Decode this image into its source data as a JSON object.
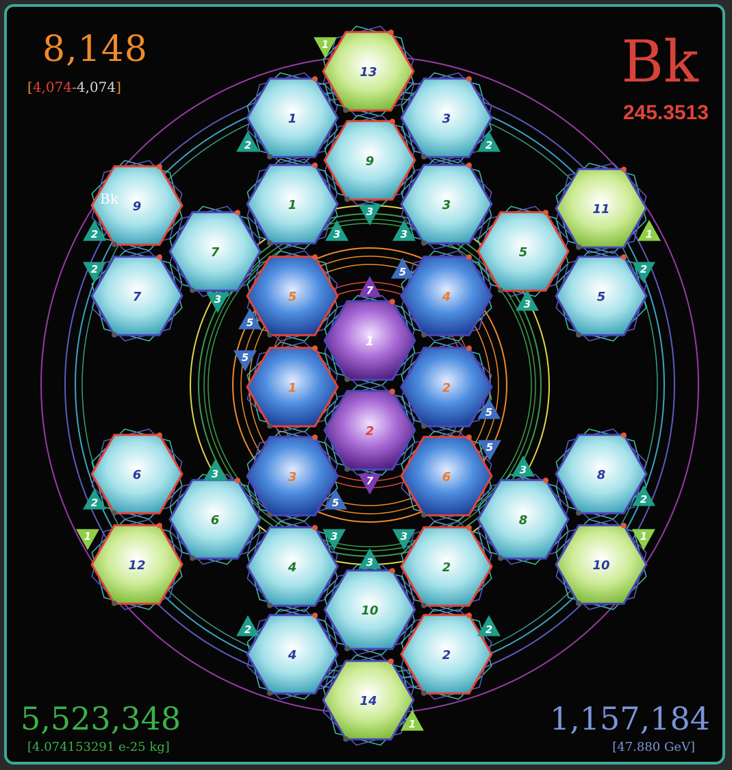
{
  "corners": {
    "top_left_number": "8,148",
    "top_left_sub_a": "4,074",
    "top_left_sub_b": "4,074",
    "top_right_symbol": "Bk",
    "top_right_mass": "245.3513",
    "bottom_left_number": "5,523,348",
    "bottom_left_sub": "[4.074153291 e-25 kg]",
    "bottom_right_number": "1,157,184",
    "bottom_right_sub": "[47.880 GeV]"
  },
  "marker_label": "Bk",
  "colors": {
    "frame": "#3aa99b",
    "teal_hex": "#8ed8e0",
    "green_hex": "#b9e27a",
    "blue_hex": "#3f7fd0",
    "purple_hex": "#9a5cc4",
    "tri_teal": "#1f9e8a",
    "tri_green": "#8fcf4a",
    "tri_blue": "#3f6fc0",
    "tri_purple": "#7a3ab0"
  },
  "hexagons": [
    {
      "label": "13",
      "kind": "green",
      "text": "#2a3b9c"
    },
    {
      "label": "1",
      "kind": "teal",
      "text": "#2a3b9c"
    },
    {
      "label": "3",
      "kind": "teal",
      "text": "#2a3b9c"
    },
    {
      "label": "9",
      "kind": "teal",
      "text": "#1f7a2a"
    },
    {
      "label": "1",
      "kind": "teal",
      "text": "#1f7a2a"
    },
    {
      "label": "3",
      "kind": "teal",
      "text": "#1f7a2a"
    },
    {
      "label": "9",
      "kind": "teal",
      "text": "#2a3b9c"
    },
    {
      "label": "11",
      "kind": "green",
      "text": "#2a3b9c"
    },
    {
      "label": "7",
      "kind": "teal",
      "text": "#1f7a2a"
    },
    {
      "label": "5",
      "kind": "teal",
      "text": "#1f7a2a"
    },
    {
      "label": "7",
      "kind": "teal",
      "text": "#2a3b9c"
    },
    {
      "label": "5",
      "kind": "teal",
      "text": "#2a3b9c"
    },
    {
      "label": "5",
      "kind": "blue",
      "text": "#f07a2a"
    },
    {
      "label": "4",
      "kind": "blue",
      "text": "#f07a2a"
    },
    {
      "label": "1",
      "kind": "purple",
      "text": "#ffffff"
    },
    {
      "label": "1",
      "kind": "blue",
      "text": "#f07a2a"
    },
    {
      "label": "2",
      "kind": "blue",
      "text": "#f07a2a"
    },
    {
      "label": "2",
      "kind": "purple",
      "text": "#e0443a"
    },
    {
      "label": "6",
      "kind": "teal",
      "text": "#2a3b9c"
    },
    {
      "label": "8",
      "kind": "teal",
      "text": "#2a3b9c"
    },
    {
      "label": "3",
      "kind": "blue",
      "text": "#f07a2a"
    },
    {
      "label": "6",
      "kind": "blue",
      "text": "#f07a2a"
    },
    {
      "label": "6",
      "kind": "teal",
      "text": "#1f7a2a"
    },
    {
      "label": "8",
      "kind": "teal",
      "text": "#1f7a2a"
    },
    {
      "label": "12",
      "kind": "green",
      "text": "#2a3b9c"
    },
    {
      "label": "10",
      "kind": "green",
      "text": "#2a3b9c"
    },
    {
      "label": "4",
      "kind": "teal",
      "text": "#1f7a2a"
    },
    {
      "label": "2",
      "kind": "teal",
      "text": "#1f7a2a"
    },
    {
      "label": "10",
      "kind": "teal",
      "text": "#1f7a2a"
    },
    {
      "label": "4",
      "kind": "teal",
      "text": "#2a3b9c"
    },
    {
      "label": "2",
      "kind": "teal",
      "text": "#2a3b9c"
    },
    {
      "label": "14",
      "kind": "green",
      "text": "#2a3b9c"
    }
  ],
  "triangles": [
    {
      "label": "1",
      "kind": "green"
    },
    {
      "label": "2",
      "kind": "teal"
    },
    {
      "label": "2",
      "kind": "teal"
    },
    {
      "label": "3",
      "kind": "teal"
    },
    {
      "label": "3",
      "kind": "teal"
    },
    {
      "label": "3",
      "kind": "teal"
    },
    {
      "label": "2",
      "kind": "teal"
    },
    {
      "label": "1",
      "kind": "green"
    },
    {
      "label": "2",
      "kind": "teal"
    },
    {
      "label": "2",
      "kind": "teal"
    },
    {
      "label": "3",
      "kind": "teal"
    },
    {
      "label": "3",
      "kind": "teal"
    },
    {
      "label": "5",
      "kind": "blue"
    },
    {
      "label": "7",
      "kind": "purple"
    },
    {
      "label": "5",
      "kind": "blue"
    },
    {
      "label": "5",
      "kind": "blue"
    },
    {
      "label": "5",
      "kind": "blue"
    },
    {
      "label": "5",
      "kind": "blue"
    },
    {
      "label": "5",
      "kind": "blue"
    },
    {
      "label": "7",
      "kind": "purple"
    },
    {
      "label": "3",
      "kind": "teal"
    },
    {
      "label": "3",
      "kind": "teal"
    },
    {
      "label": "2",
      "kind": "teal"
    },
    {
      "label": "2",
      "kind": "teal"
    },
    {
      "label": "1",
      "kind": "green"
    },
    {
      "label": "1",
      "kind": "green"
    },
    {
      "label": "3",
      "kind": "teal"
    },
    {
      "label": "3",
      "kind": "teal"
    },
    {
      "label": "3",
      "kind": "teal"
    },
    {
      "label": "2",
      "kind": "teal"
    },
    {
      "label": "2",
      "kind": "teal"
    },
    {
      "label": "1",
      "kind": "green"
    }
  ]
}
